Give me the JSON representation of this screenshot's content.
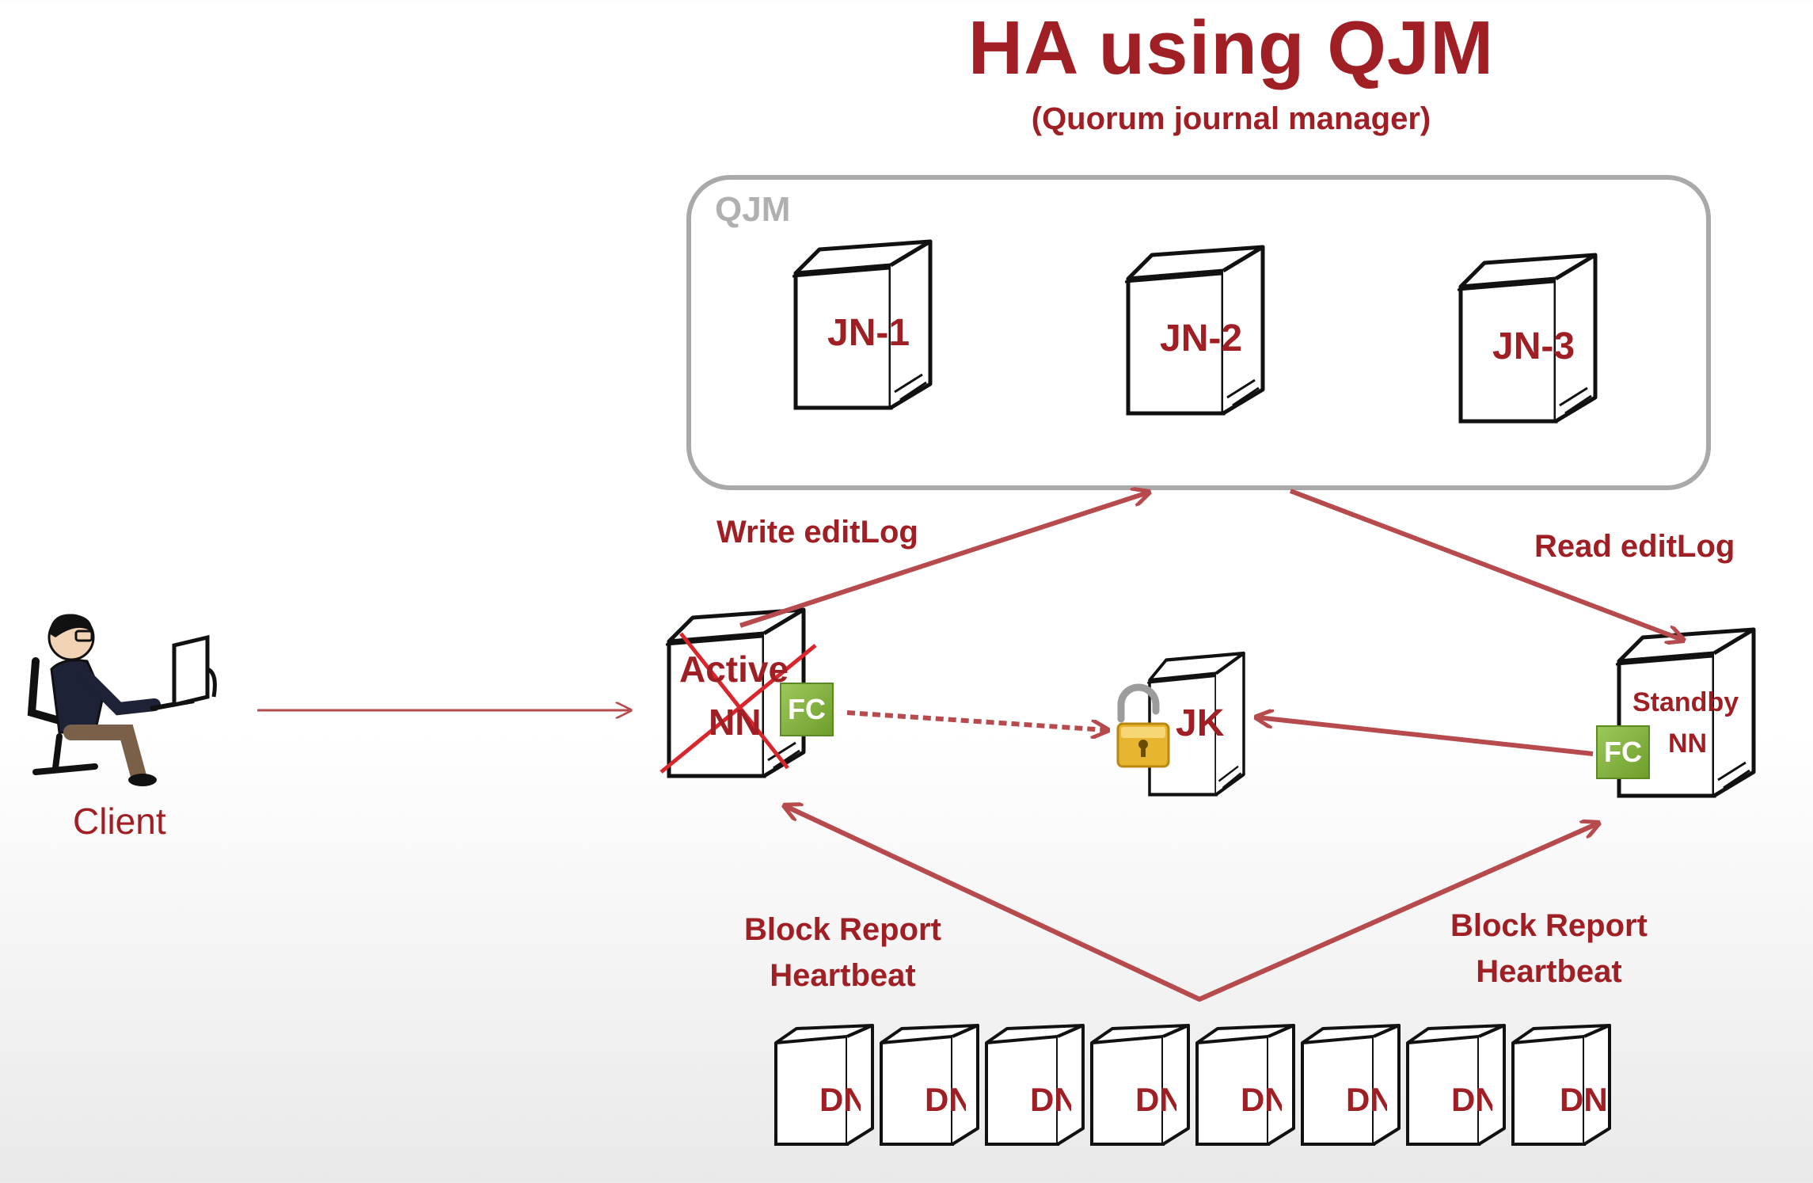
{
  "title": "HA using QJM",
  "subtitle": "(Quorum journal manager)",
  "qjm_box_label": "QJM",
  "journal_nodes": [
    "JN-1",
    "JN-2",
    "JN-3"
  ],
  "active_nn": {
    "line1": "Active",
    "line2": "NN",
    "status": "failed"
  },
  "standby_nn": {
    "line1": "Standby",
    "line2": "NN"
  },
  "failover_controller_label": "FC",
  "jk_label": "JK",
  "client_label": "Client",
  "edges": {
    "write": "Write editLog",
    "read": "Read editLog",
    "block_report_left": [
      "Block Report",
      "Heartbeat"
    ],
    "block_report_right": [
      "Block Report",
      "Heartbeat"
    ]
  },
  "data_nodes": [
    "DN",
    "DN",
    "DN",
    "DN",
    "DN",
    "DN",
    "DN",
    "DN"
  ],
  "colors": {
    "accent": "#a01f24",
    "arrow": "#b64a4c",
    "box": "#a9a9a9",
    "fc": "#7aa83a",
    "lock": "#e8b530"
  }
}
